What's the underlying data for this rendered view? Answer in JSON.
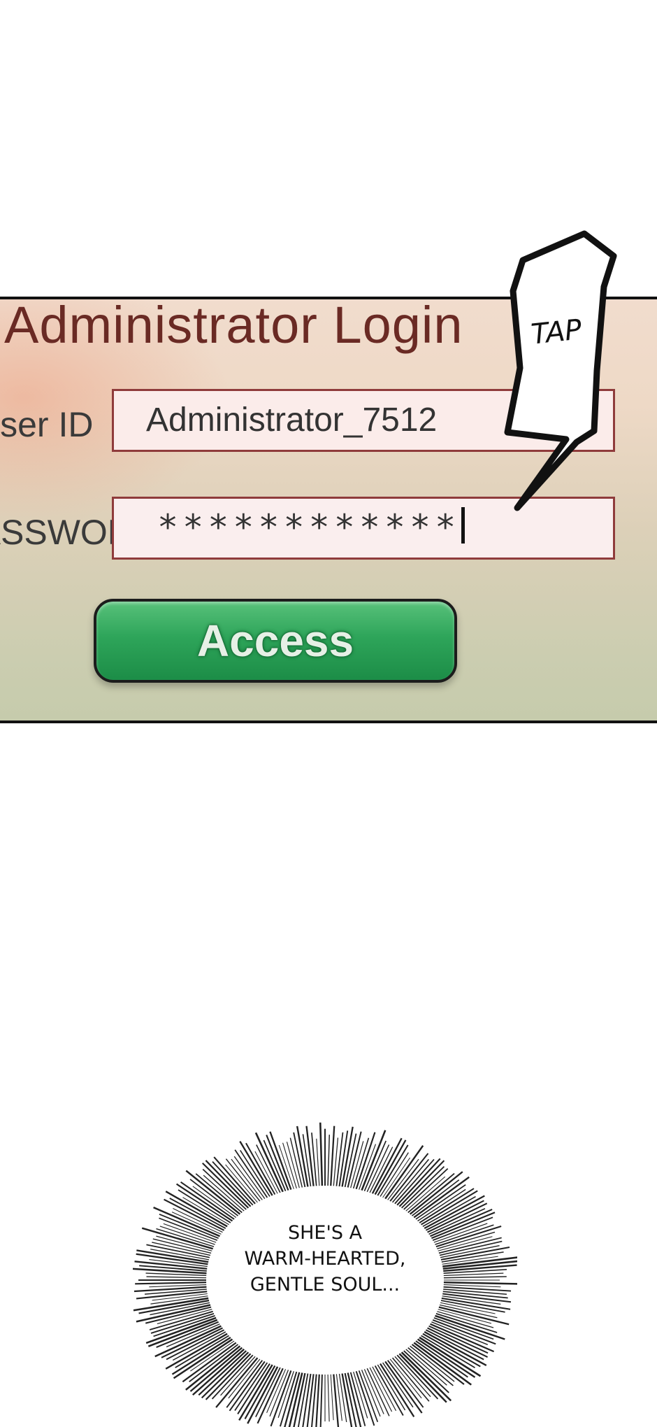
{
  "login_panel": {
    "title": "Administrator Login",
    "user_id_label": "User ID",
    "password_label": "PASSWORD",
    "user_id_value": "Administrator_7512",
    "password_value": "************",
    "access_button_label": "Access"
  },
  "sound_effect": {
    "text": "TAP"
  },
  "narration": {
    "text": "SHE'S A\nWARM-HEARTED,\nGENTLE SOUL..."
  },
  "colors": {
    "title": "#6a2a24",
    "input_border": "#8f3b3b",
    "button_green": "#2ea55a"
  }
}
